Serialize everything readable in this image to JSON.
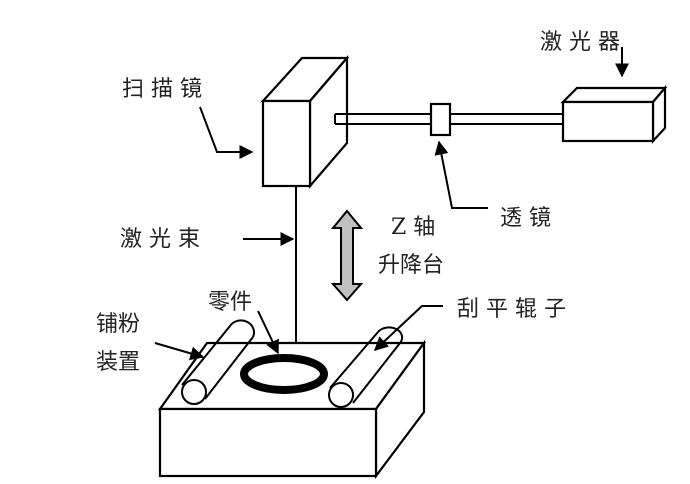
{
  "diagram": {
    "title": "Selective laser sintering system schematic",
    "labels": {
      "laser": "激 光 器",
      "scanner": "扫 描 镜",
      "lens": "透 镜",
      "beam": "激 光 束",
      "z_axis": "Z 轴",
      "platform": "升降台",
      "part": "零件",
      "spreader_line1": "铺粉",
      "spreader_line2": "装置",
      "roller": "刮 平 辊 子"
    },
    "colors": {
      "line": "#000000",
      "arrow_fill": "#c0c0c0",
      "part_ring": "#000000",
      "text": "#222222"
    }
  }
}
